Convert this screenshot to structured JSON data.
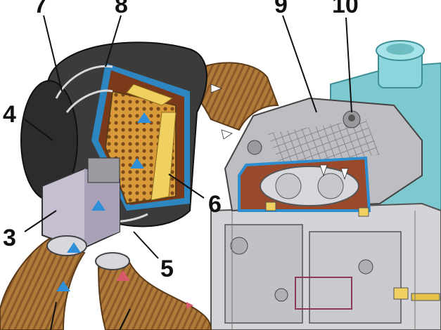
{
  "callouts": {
    "c3": "3",
    "c4": "4",
    "c5": "5",
    "c6": "6",
    "c7": "7",
    "c8": "8",
    "c9": "9",
    "c10": "10"
  },
  "colors": {
    "hose": "#b07a3a",
    "hose_dark": "#7a4f22",
    "housing": "#3b3b3b",
    "filter": "#d99a3a",
    "metal": "#c9c9cc",
    "tank": "#7ccad0",
    "cold_arrow": "#2f8fd8",
    "hot_arrow": "#d65a6a",
    "seal": "#f0d060",
    "blue_outline": "#2e8fd0"
  }
}
